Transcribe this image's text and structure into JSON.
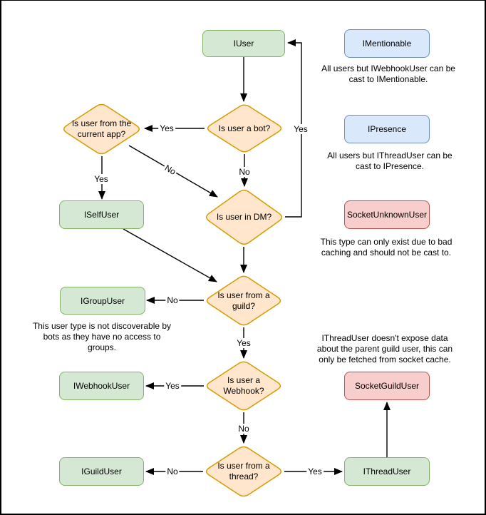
{
  "colors": {
    "interface_fill": "#d5e8d4",
    "interface_stroke": "#82b366",
    "castable_fill": "#dae8fc",
    "castable_stroke": "#6c8ebf",
    "socket_fill": "#f8cecc",
    "socket_stroke": "#b85450",
    "decision_fill": "#ffe6cc",
    "decision_stroke": "#d79b00",
    "edge": "#000000"
  },
  "nodes": {
    "iuser": {
      "label": "IUser"
    },
    "imentionable": {
      "label": "IMentionable"
    },
    "ipresence": {
      "label": "IPresence"
    },
    "socketunknownuser": {
      "label": "SocketUnknownUser"
    },
    "iselfuser": {
      "label": "ISelfUser"
    },
    "igroupuser": {
      "label": "IGroupUser"
    },
    "iwebhookuser": {
      "label": "IWebhookUser"
    },
    "socketguilduser": {
      "label": "SocketGuildUser"
    },
    "iguilduser": {
      "label": "IGuildUser"
    },
    "ithreaduser": {
      "label": "IThreadUser"
    }
  },
  "decisions": {
    "d_bot": {
      "label": "Is user a bot?"
    },
    "d_app": {
      "label": "Is user from the current app?"
    },
    "d_dm": {
      "label": "Is user in DM?"
    },
    "d_guild": {
      "label": "Is user from a guild?"
    },
    "d_webhook": {
      "label": "Is user a Webhook?"
    },
    "d_thread": {
      "label": "Is user from a thread?"
    }
  },
  "edge_labels": {
    "bot_to_app": "Yes",
    "bot_to_dm": "No",
    "app_to_selfuser": "Yes",
    "app_to_dm": "No",
    "dm_to_iuser": "Yes",
    "guild_to_groupuser": "No",
    "guild_to_webhook": "Yes",
    "webhook_to_webhookuser": "Yes",
    "webhook_to_thread": "No",
    "thread_to_guilduser": "No",
    "thread_to_threaduser": "Yes"
  },
  "captions": {
    "c_mentionable": {
      "lines": [
        "All users but IWebhookUser can be",
        "cast to IMentionable."
      ]
    },
    "c_presence": {
      "lines": [
        "All users but IThreadUser can be",
        "cast to IPresence."
      ]
    },
    "c_unknown": {
      "lines": [
        "This type can only exist due to bad",
        "caching and should not be cast to."
      ]
    },
    "c_group": {
      "lines": [
        "This user type is not discoverable by",
        "bots as they have no access to",
        "groups."
      ]
    },
    "c_thread": {
      "lines": [
        "IThreadUser doesn't expose data",
        "about the parent guild user, this can",
        "only be fetched from socket cache."
      ]
    }
  }
}
